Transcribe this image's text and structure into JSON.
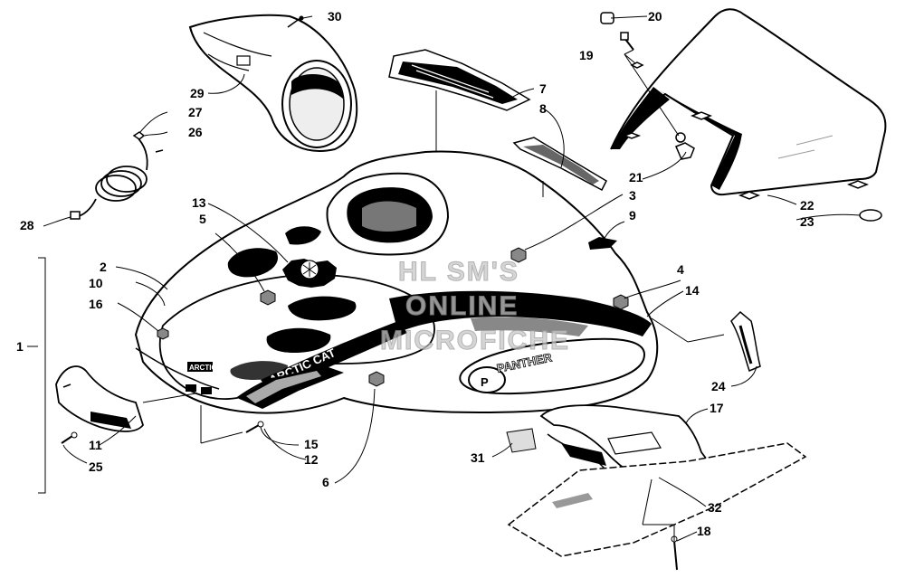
{
  "watermark": {
    "line1": "HL SM'S",
    "line2": "ONLINE",
    "line3": "MICROFICHE"
  },
  "decals": {
    "hood_logo": "PANTHER",
    "side_script": "ARCTIC CAT",
    "nose_badge": "ARCTIC"
  },
  "callouts": [
    "1",
    "2",
    "3",
    "4",
    "5",
    "6",
    "7",
    "8",
    "9",
    "10",
    "11",
    "12",
    "13",
    "14",
    "15",
    "16",
    "17",
    "18",
    "19",
    "20",
    "21",
    "22",
    "23",
    "24",
    "25",
    "26",
    "27",
    "28",
    "29",
    "30",
    "31",
    "32"
  ]
}
